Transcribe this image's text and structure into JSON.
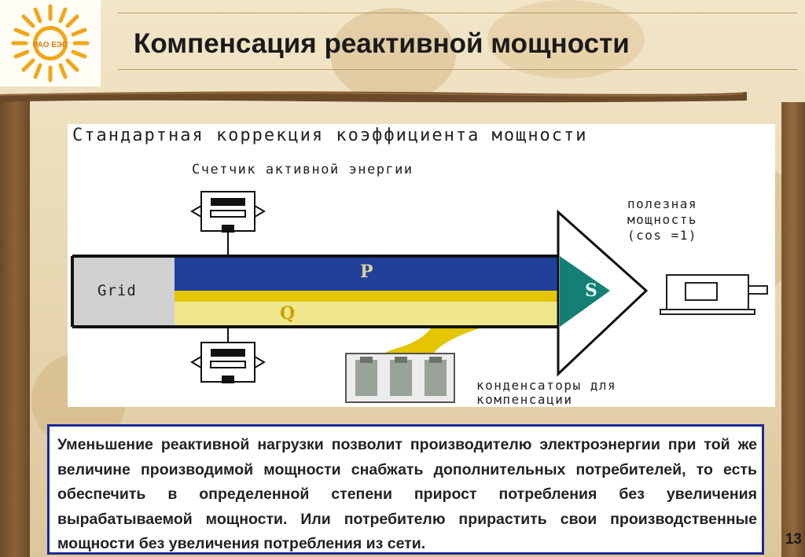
{
  "slide": {
    "title": "Компенсация реактивной мощности",
    "page_number": "13",
    "logo_text": "РАО ЕЭС"
  },
  "diagram": {
    "heading": "Стандартная коррекция коэффициента мощности",
    "meter_label": "Счетчик активной энергии",
    "useful_power_label": "полезная\nмощность\n(cos =1)",
    "capacitors_label": "конденсаторы для\nкомпенсации",
    "grid_label": "Grid",
    "p_label": "P",
    "q_label": "Q",
    "s_label": "S"
  },
  "description": {
    "text": "Уменьшение реактивной нагрузки позволит производителю электроэнергии при той же величине производимой мощности снабжать дополнительных потребителей, то есть обеспечить в определенной степени прирост потребления без увеличения вырабатываемой мощности. Или потребителю прирастить свои производственные мощности без увеличения потребления из сети."
  },
  "colors": {
    "title_text": "#1a1a1a",
    "p_band": "#21409a",
    "q_band": "#f0e68c",
    "q_band_dark": "#e3c500",
    "s_band": "#137f75",
    "grid_box": "#d0d0d0",
    "text_box_border": "#1c2a9a",
    "wood": "#7a552f"
  }
}
